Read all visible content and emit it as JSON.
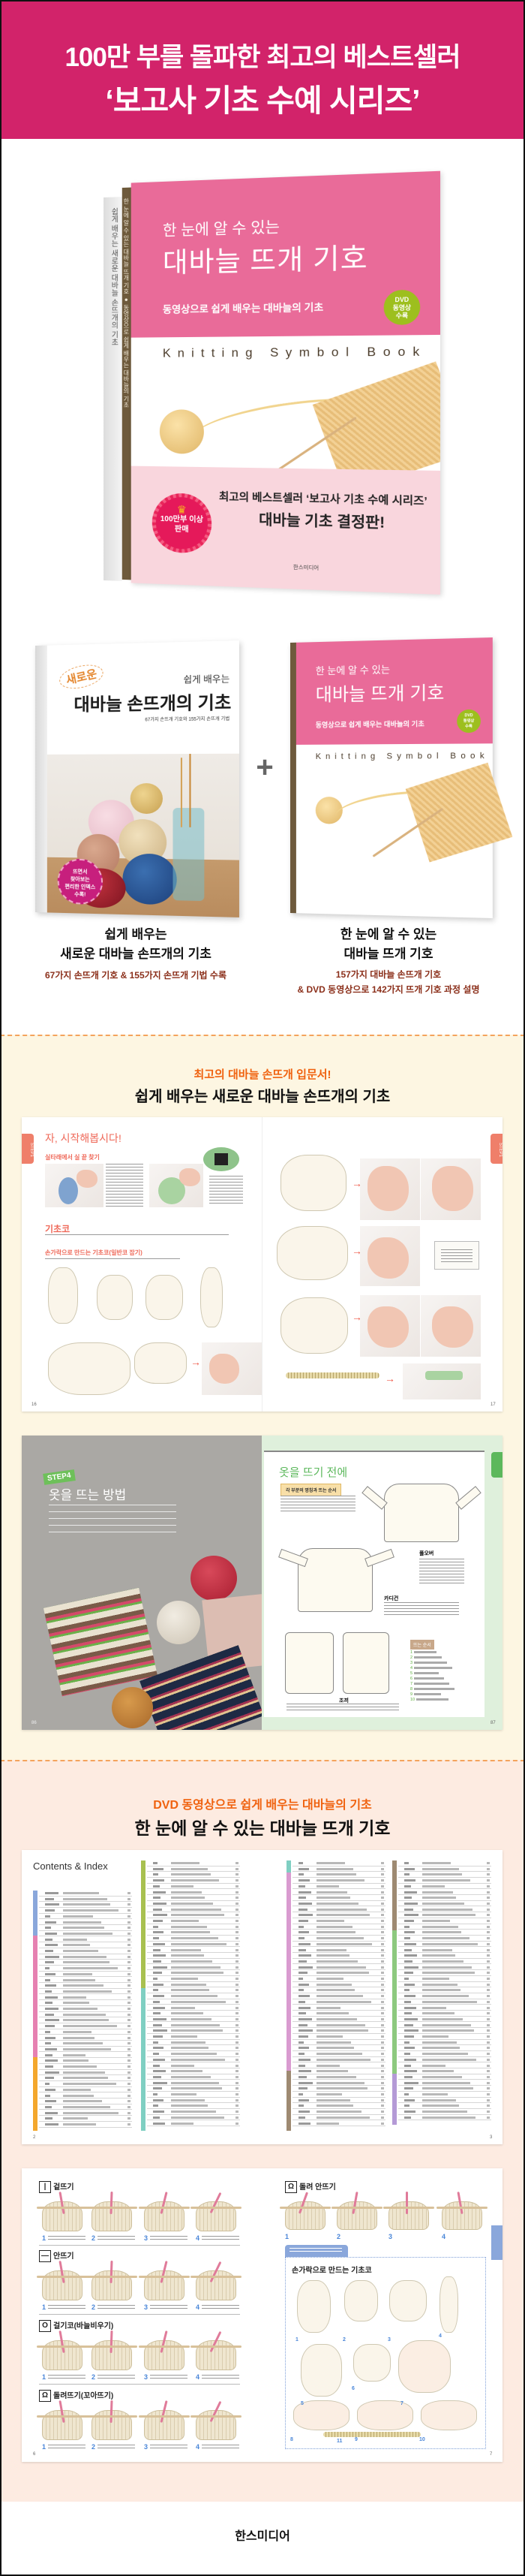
{
  "header": {
    "line1": "100만 부를 돌파한 최고의 베스트셀러",
    "line2": "‘보고사 기초 수예 시리즈’",
    "bg_color": "#d2236a"
  },
  "hero": {
    "spine_back": "쉽게 배우는 새로운 대바늘 손뜨개의 기초",
    "spine_front": "한 눈에 알 수 있는 대바늘 뜨개 기호 ● 동영상으로 쉽게 배우는 대바늘의 기초",
    "cover_subtitle": "한 눈에 알 수 있는",
    "cover_title": "대바늘 뜨개 기호",
    "cover_tagline": "동영상으로 쉽게 배우는 대바늘의 기초",
    "dvd_badge": [
      "DVD",
      "동영상",
      "수록"
    ],
    "english_title": "Knitting Symbol Book",
    "wrap_line1": "최고의 베스트셀러 ‘보고사 기초 수예 시리즈’",
    "wrap_line2": "대바늘 기초 결정판!",
    "sales_badge": [
      "100만부 이상",
      "판매"
    ],
    "publisher": "한스미디어"
  },
  "books": [
    {
      "cover_tag": "새로운",
      "cover_subtitle": "쉽게 배우는",
      "cover_title": "대바늘 손뜨개의 기초",
      "cover_small": "67가지 손뜨개 기호와 155가지 손뜨개 기법",
      "index_badge": [
        "뜨면서",
        "찾아보는",
        "편리한 인덱스",
        "수록!"
      ],
      "caption_line1": "쉽게 배우는",
      "caption_line2": "새로운 대바늘 손뜨개의 기초",
      "desc": [
        "67가지 손뜨개 기호 & 155가지 손뜨개 기법 수록"
      ]
    },
    {
      "cover_subtitle": "한 눈에 알 수 있는",
      "cover_title": "대바늘 뜨개 기호",
      "cover_tagline": "동영상으로 쉽게 배우는 대바늘의 기초",
      "dvd_badge": [
        "DVD",
        "동영상",
        "수록"
      ],
      "english_title": "Knitting Symbol Book",
      "caption_line1": "한 눈에 알 수 있는",
      "caption_line2": "대바늘 뜨개 기호",
      "desc": [
        "157가지 대바늘 손뜨개 기호",
        "& DVD 동영상으로 142가지 뜨개 기호 과정 설명"
      ]
    }
  ],
  "plus": "+",
  "section1": {
    "kicker": "최고의 대바늘 손뜨개 입문서!",
    "title": "쉽게 배우는 새로운 대바늘 손뜨개의 기초",
    "spread1": {
      "tab": "STEP1",
      "heading": "자, 시작해봅시다!",
      "sub1": "실타래에서 실 끝 찾기",
      "heading2": "기초코",
      "sub2": "손가락으로 만드는 기초코(일반코 잡기)",
      "page_left": "16",
      "page_right": "17"
    },
    "spread2": {
      "step_tag": "STEP4",
      "heading": "옷을 뜨는 방법",
      "right_heading": "옷을 뜨기 전에",
      "label": "각 부분의 명칭과 뜨는 순서",
      "pullover": "풀오버",
      "cardigan": "카디건",
      "vest": "조끼",
      "order_label": "뜨는 순서",
      "order_items": [
        "1",
        "2",
        "3",
        "4",
        "5",
        "6",
        "7",
        "8",
        "9",
        "10"
      ],
      "page_left": "86",
      "page_right": "87"
    }
  },
  "section2": {
    "kicker": "DVD 동영상으로 쉽게 배우는 대바늘의 기초",
    "title": "한 눈에 알 수 있는 대바늘 뜨개 기호",
    "spread3": {
      "heading": "Contents & Index",
      "page_left": "2",
      "page_right": "3",
      "category_colors": [
        "#8aa7db",
        "#e681b1",
        "#f4a72c",
        "#a8c050",
        "#7fcfc2",
        "#d99bd0",
        "#9e8a72",
        "#8dc97e",
        "#b49ad6"
      ]
    },
    "spread4": {
      "sections_left": [
        {
          "symbol": "|",
          "title": "겉뜨기"
        },
        {
          "symbol": "—",
          "title": "안뜨기"
        },
        {
          "symbol": "O",
          "title": "걸기코(바늘비우기)"
        },
        {
          "symbol": "Ω",
          "title": "돌려뜨기(꼬아뜨기)"
        }
      ],
      "section_right": {
        "symbol": "Ω",
        "title": "돌려 안뜨기"
      },
      "cast_on_title": "손가락으로 만드는 기초코",
      "steps": [
        "1",
        "2",
        "3",
        "4"
      ],
      "cast_on_steps": [
        "1",
        "2",
        "3",
        "4",
        "5",
        "6",
        "7",
        "8",
        "9",
        "10",
        "11"
      ],
      "page_left": "6",
      "page_right": "7"
    }
  },
  "footer": {
    "publisher": "한스미디어"
  }
}
